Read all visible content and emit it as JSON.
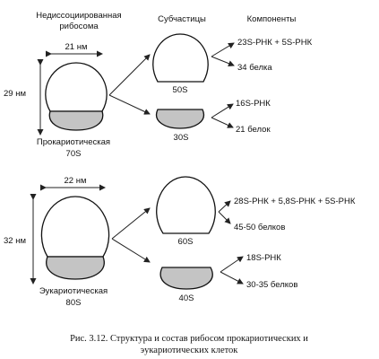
{
  "headers": {
    "undissociated": "Недиссоциированная рибосома",
    "undissociated_line1": "Недиссоциированная",
    "undissociated_line2": "рибосома",
    "subparticles": "Субчастицы",
    "components": "Компоненты"
  },
  "prokaryotic": {
    "width": "21 нм",
    "height": "29 нм",
    "name_line1": "Прокариотическая",
    "name_line2": "70S",
    "large": "50S",
    "small": "30S",
    "large_rna": "23S-РНК + 5S-РНК",
    "large_proteins": "34 белка",
    "small_rna": "16S-РНК",
    "small_proteins": "21 белок"
  },
  "eukaryotic": {
    "width": "22 нм",
    "height": "32 нм",
    "name_line1": "Эукариотическая",
    "name_line2": "80S",
    "large": "60S",
    "small": "40S",
    "large_rna": "28S-РНК + 5,8S-РНК + 5S-РНК",
    "large_proteins": "45-50 белков",
    "small_rna": "18S-РНК",
    "small_proteins": "30-35 белков"
  },
  "caption": {
    "line1": "Рис. 3.12. Структура и состав рибосом прокариотических и",
    "line2": "эукариотических клеток"
  },
  "colors": {
    "small_subunit_fill": "#c4c4c4",
    "outline": "#111111"
  }
}
